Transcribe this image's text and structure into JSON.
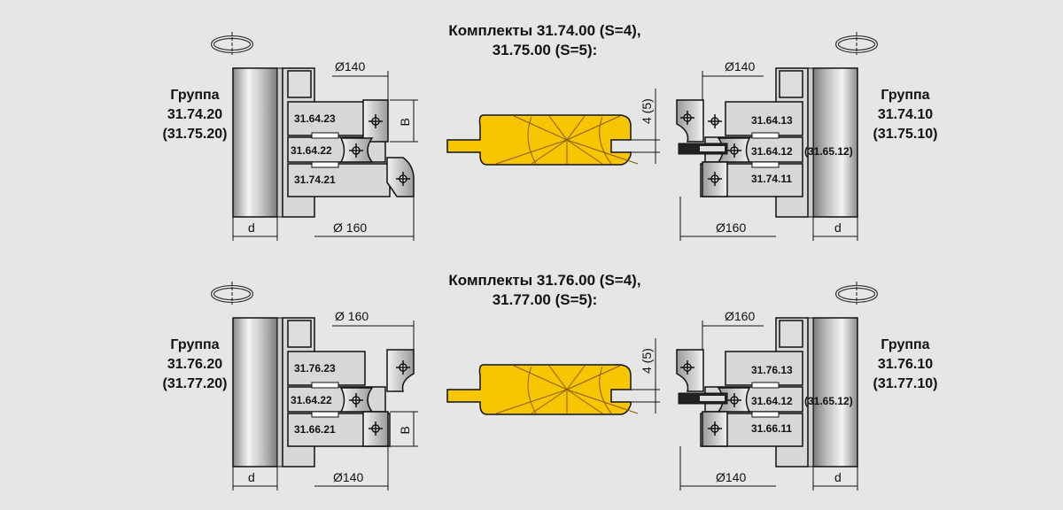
{
  "colors": {
    "background": "#e6e6e6",
    "workpiece": "#f7c600",
    "tool_body": "#d8d8d8"
  },
  "panels": [
    {
      "title_line1": "Комплекты 31.74.00 (S=4),",
      "title_line2": "31.75.00 (S=5):",
      "left": {
        "group": [
          "Группа",
          "31.74.20",
          "(31.75.20)"
        ],
        "parts": [
          "31.64.23",
          "31.64.22",
          "31.74.21"
        ],
        "dim_top": "Ø140",
        "dim_bottom": "Ø 160",
        "dim_b": "B",
        "dim_d": "d"
      },
      "right": {
        "group": [
          "Группа",
          "31.74.10",
          "(31.75.10)"
        ],
        "parts": [
          "31.64.13",
          "31.64.12",
          "31.74.11"
        ],
        "alt_part": "(31.65.12)",
        "dim_top": "Ø140",
        "dim_bottom": "Ø160",
        "dim_d": "d"
      },
      "groove_dim": "4 (5)"
    },
    {
      "title_line1": "Комплекты 31.76.00 (S=4),",
      "title_line2": "31.77.00 (S=5):",
      "left": {
        "group": [
          "Группа",
          "31.76.20",
          "(31.77.20)"
        ],
        "parts": [
          "31.76.23",
          "31.64.22",
          "31.66.21"
        ],
        "dim_top": "Ø 160",
        "dim_bottom": "Ø140",
        "dim_b": "B",
        "dim_d": "d"
      },
      "right": {
        "group": [
          "Группа",
          "31.76.10",
          "(31.77.10)"
        ],
        "parts": [
          "31.76.13",
          "31.64.12",
          "31.66.11"
        ],
        "alt_part": "(31.65.12)",
        "dim_top": "Ø160",
        "dim_bottom": "Ø140",
        "dim_d": "d"
      },
      "groove_dim": "4 (5)"
    }
  ]
}
